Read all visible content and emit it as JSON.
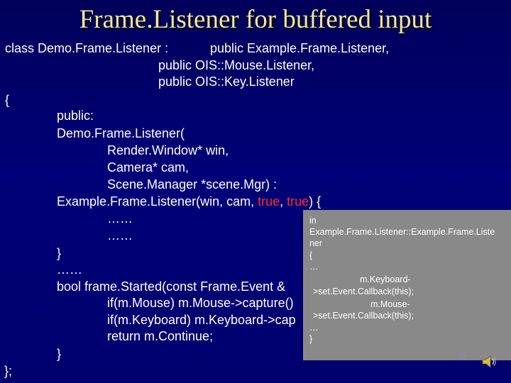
{
  "slide": {
    "title": "Frame.Listener for buffered input",
    "code": {
      "l1_a": "class Demo.Frame.Listener :",
      "l1_b": "public Example.Frame.Listener,",
      "l2": "public OIS::Mouse.Listener,",
      "l3": "public OIS::Key.Listener",
      "l4": "{",
      "l5": "public:",
      "l6": "Demo.Frame.Listener(",
      "l7": "Render.Window* win,",
      "l8": "Camera* cam,",
      "l9": "Scene.Manager *scene.Mgr) :",
      "l10_a": "Example.Frame.Listener(win, cam, ",
      "l10_true1": "true",
      "l10_sep": ", ",
      "l10_true2": "true",
      "l10_end": ") {",
      "l11": "……",
      "l12": "……",
      "l13": "}",
      "l14": "……",
      "l15": "bool frame.Started(const Frame.Event &",
      "l16": "if(m.Mouse) m.Mouse->capture()",
      "l17": "if(m.Keyboard) m.Keyboard->cap",
      "l18": "return m.Continue;",
      "l19": "}",
      "l20": "};"
    },
    "note": {
      "n1": "in",
      "n2": "Example.Frame.Listener::Example.Frame.Liste",
      "n3": "ner",
      "n4": "{",
      "n5": "…",
      "n6": "m.Keyboard-",
      "n7": ">set.Event.Callback(this);",
      "n8": "m.Mouse-",
      "n9": ">set.Event.Callback(this);",
      "n10": "…",
      "n11": "}"
    },
    "page_number": "27",
    "colors": {
      "background": "#00006b",
      "title": "#f2e6a0",
      "keyword": "#ff2a2a",
      "note_bg": "#898989"
    }
  }
}
